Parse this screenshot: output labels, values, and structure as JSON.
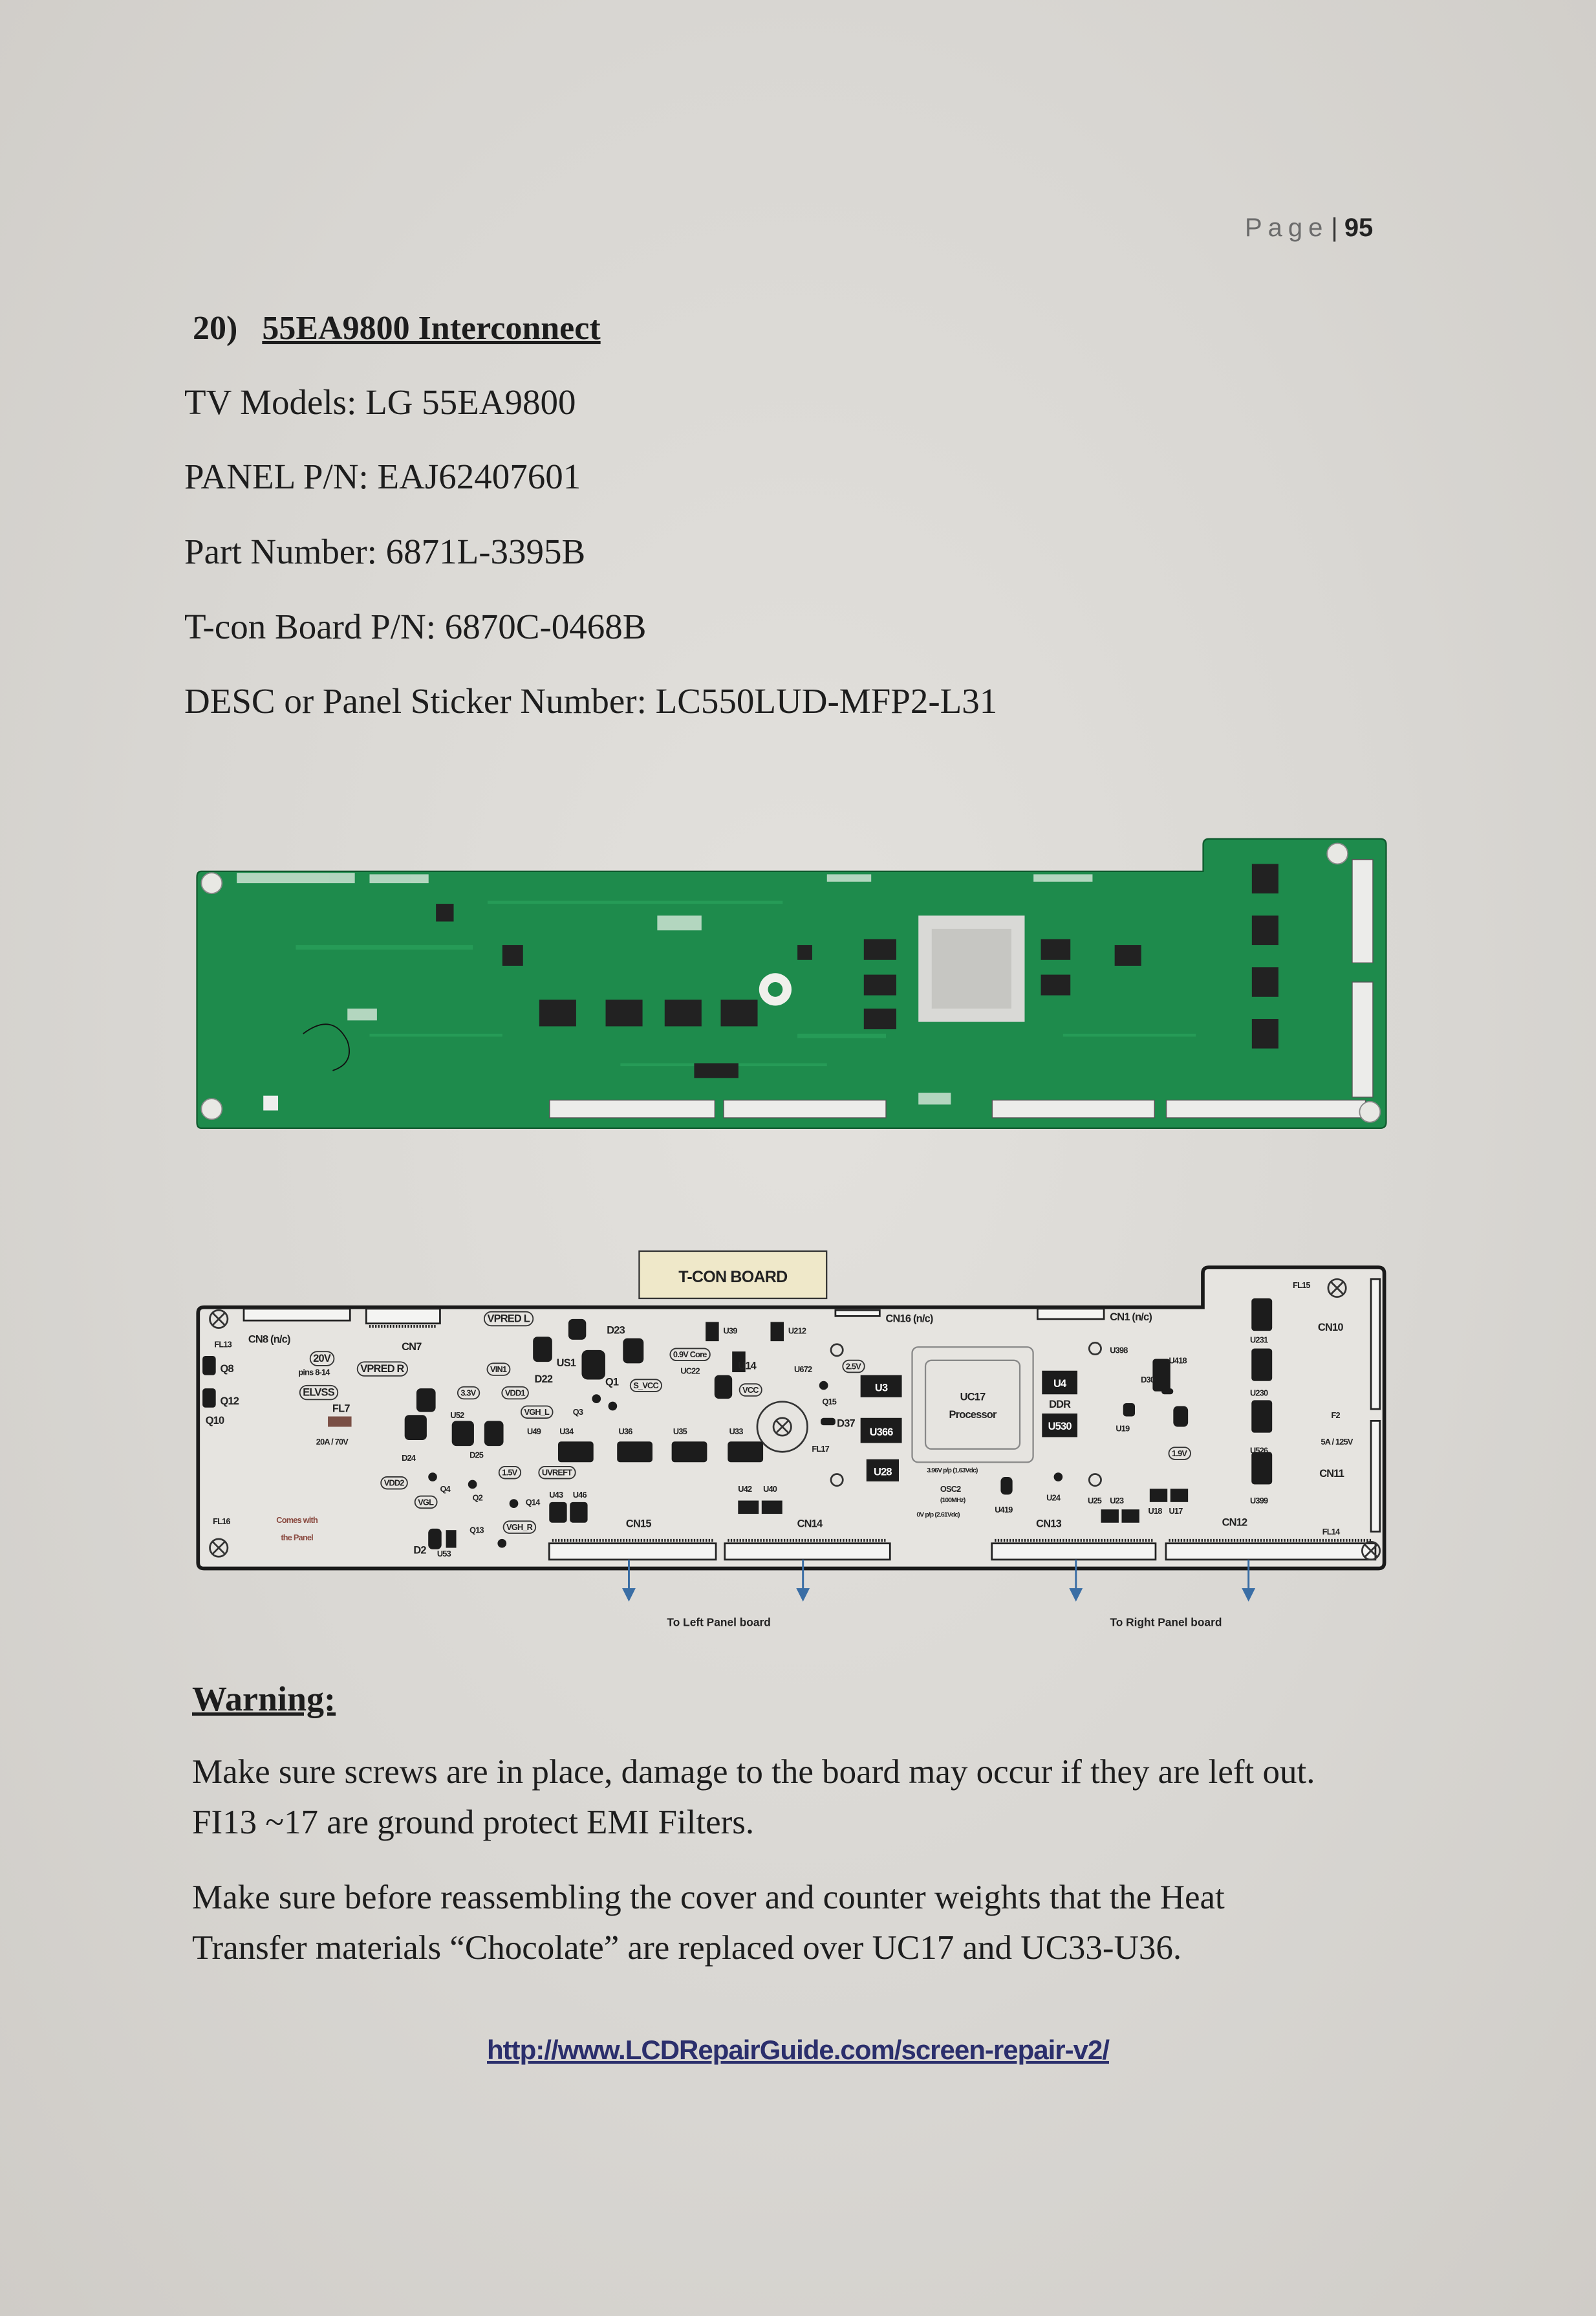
{
  "header": {
    "page_word": "Page",
    "separator": "|",
    "page_number": "95"
  },
  "section": {
    "number": "20)",
    "title": "55EA9800 Interconnect"
  },
  "info_lines": [
    "TV Models: LG 55EA9800",
    "PANEL P/N: EAJ62407601",
    "Part Number: 6871L-3395B",
    "T-con Board P/N: 6870C-0468B",
    "DESC or Panel Sticker Number: LC550LUD-MFP2-L31"
  ],
  "diagram": {
    "title": "T-CON BOARD",
    "captions": {
      "left": "To Left Panel board",
      "right": "To Right Panel board"
    },
    "labels": {
      "fl13": "FL13",
      "cn8": "CN8 (n/c)",
      "cn7": "CN7",
      "q8": "Q8",
      "q12": "Q12",
      "q10": "Q10",
      "v20": "20V",
      "pins": "pins 8-14",
      "vpred_r": "VPRED R",
      "elvss": "ELVSS",
      "fl7": "FL7",
      "fuse1": "20A / 70V",
      "vpred_l": "VPRED L",
      "d23": "D23",
      "u39": "U39",
      "u212": "U212",
      "cn16": "CN16 (n/c)",
      "cn1": "CN1 (n/c)",
      "fl15": "FL15",
      "cn10": "CN10",
      "u231": "U231",
      "u398": "U398",
      "u418": "U418",
      "d30": "D30",
      "u230": "U230",
      "f2": "F2",
      "fuse2": "5A / 125V",
      "u19": "U19",
      "v19": "1.9V",
      "u526": "U526",
      "cn11": "CN11",
      "u399": "U399",
      "fl14": "FL14",
      "cn12": "CN12",
      "u18": "U18",
      "u17": "U17",
      "u25": "U25",
      "u23": "U23",
      "cn13": "CN13",
      "u24": "U24",
      "u419": "U419",
      "osc2": "OSC2",
      "mhz": "(100MHz)",
      "osc_pp1": "3.96V p/p (1.63Vdc)",
      "osc_pp2": "0V p/p (2.61Vdc)",
      "uc17": "UC17",
      "processor": "Processor",
      "u4": "U4",
      "ddr": "DDR",
      "u530": "U530",
      "u3": "U3",
      "u366": "U366",
      "u28": "U28",
      "d37": "D37",
      "fl17": "FL17",
      "q15": "Q15",
      "u672": "U672",
      "v25": "2.5V",
      "u14": "U14",
      "core": "0.9V Core",
      "uc22": "UC22",
      "s_vcc": "S_VCC",
      "vcc": "VCC",
      "q1": "Q1",
      "us1": "US1",
      "vin1": "VIN1",
      "d22": "D22",
      "v33": "3.3V",
      "vdd1": "VDD1",
      "vgh_l": "VGH_L",
      "q3": "Q3",
      "u52": "U52",
      "u49": "U49",
      "u34": "U34",
      "u36": "U36",
      "u35": "U35",
      "u33": "U33",
      "d24": "D24",
      "d25": "D25",
      "v15": "1.5V",
      "uvreft": "UVREFT",
      "vdd2": "VDD2",
      "q4": "Q4",
      "q2": "Q2",
      "q14": "Q14",
      "u43": "U43",
      "u46": "U46",
      "vgl": "VGL",
      "u42": "U42",
      "u40": "U40",
      "cn15": "CN15",
      "cn14": "CN14",
      "q13": "Q13",
      "vgh_r": "VGH_R",
      "d2": "D2",
      "u53": "U53",
      "fl16": "FL16",
      "comes1": "Comes with",
      "comes2": "the Panel"
    }
  },
  "warning": {
    "title": "Warning:",
    "paragraphs": [
      [
        "Make sure screws are in place, damage to the board may occur if they are left out.",
        "FI13 ~17 are ground protect EMI Filters."
      ],
      [
        "Make sure before reassembling the cover and counter weights that the Heat",
        "Transfer materials “Chocolate” are replaced over UC17 and UC33-U36."
      ]
    ]
  },
  "footer_link": "http://www.LCDRepairGuide.com/screen-repair-v2/",
  "colors": {
    "pcb_green": "#1e8b4c",
    "link": "#2b2f6c",
    "arrow": "#3a6ea5",
    "title_box": "#efe8c9"
  }
}
